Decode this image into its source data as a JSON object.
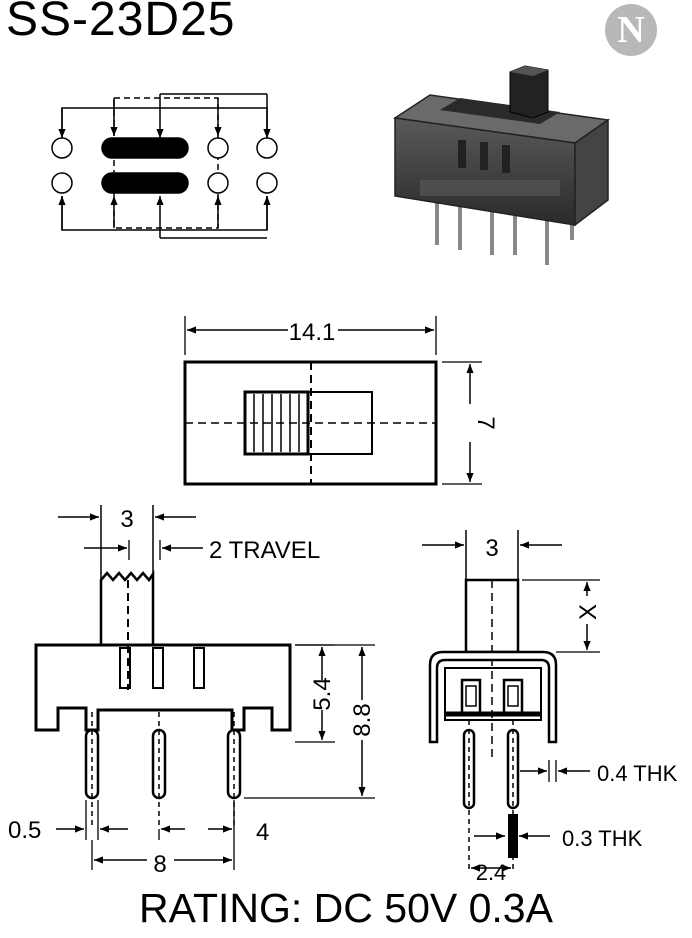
{
  "title": "SS-23D25",
  "logo_letter": "N",
  "rating": "RATING: DC 50V 0.3A",
  "top_view": {
    "width_label": "14.1",
    "height_label": "7"
  },
  "side_view": {
    "knob_width_label": "3",
    "travel_label": "2 TRAVEL",
    "body_height_label": "5.4",
    "overall_height_label": "8.8",
    "pin_width_label": "0.5",
    "pin_pitch_label": "4",
    "pin_span_label": "8"
  },
  "end_view": {
    "knob_width_label": "3",
    "knob_height_label": "X",
    "frame_thickness_label": "0.4 THK",
    "pin_thickness_label": "0.3 THK",
    "row_spacing_label": "2.4"
  },
  "colors": {
    "line": "#000000",
    "logo_bg": "#b8b8b8",
    "body_dark": "#3a3a3a"
  }
}
